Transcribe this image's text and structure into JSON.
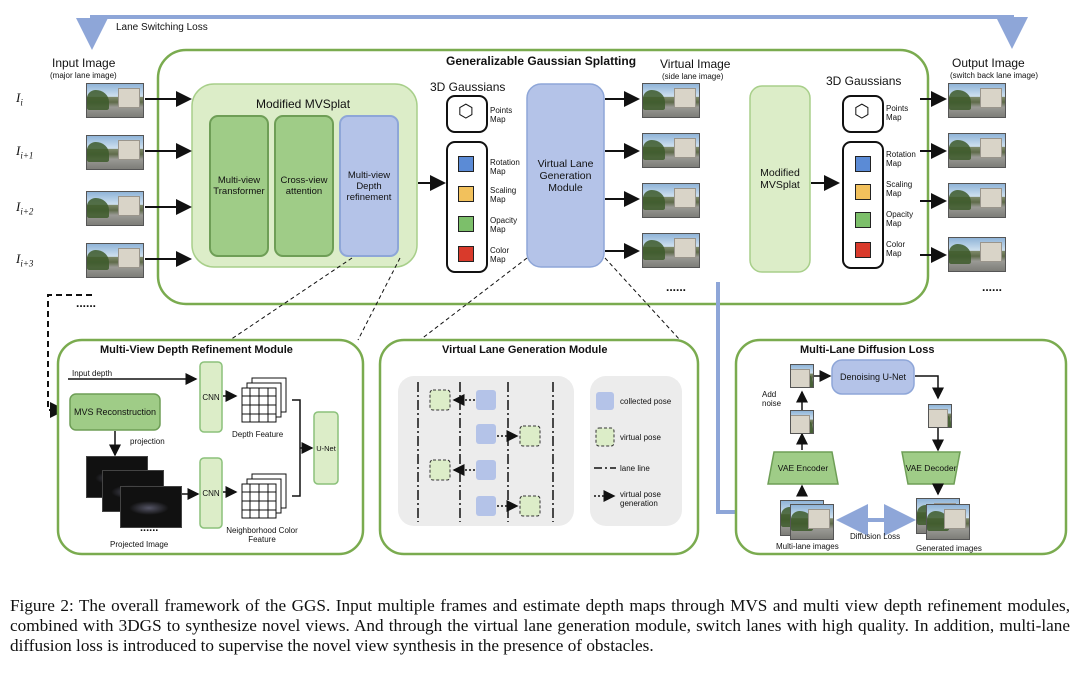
{
  "lane_switching_loss": "Lane Switching Loss",
  "ggs_title": "Generalizable Gaussian Splatting",
  "input_image": {
    "title": "Input Image",
    "subtitle": "(major lane image)"
  },
  "frame_labels": {
    "i0": "I",
    "s0": "i",
    "i1": "I",
    "s1": "i+1",
    "i2": "I",
    "s2": "i+2",
    "i3": "I",
    "s3": "i+3"
  },
  "modified_mvsplat": {
    "title": "Modified MVSplat",
    "blocks": [
      "Multi-view Transformer",
      "Cross-view attention",
      "Multi-view Depth refinement"
    ]
  },
  "gaussians_left": {
    "title": "3D Gaussians",
    "points": "Points Map",
    "rotation": "Rotation Map",
    "scaling": "Scaling Map",
    "opacity": "Opacity Map",
    "color": "Color Map"
  },
  "virtual_lane_module_box": "Virtual Lane Generation Module",
  "virtual_image": {
    "title": "Virtual Image",
    "subtitle": "(side lane image)"
  },
  "modified_mvsplat_2": "Modified MVSplat",
  "gaussians_right": {
    "title": "3D Gaussians",
    "points": "Points Map",
    "rotation": "Rotation Map",
    "scaling": "Scaling Map",
    "opacity": "Opacity Map",
    "color": "Color Map"
  },
  "output_image": {
    "title": "Output Image",
    "subtitle": "(switch back lane image)"
  },
  "dots": "......",
  "depth_refinement_panel": {
    "title": "Multi-View Depth Refinement Module",
    "input_depth": "Input depth",
    "mvs": "MVS Reconstruction",
    "projection": "projection",
    "projected_image": "Projected Image",
    "cnn_top": "CNN",
    "cnn_bottom": "CNN",
    "depth_feature": "Depth Feature",
    "neighborhood": "Neighborhood Color Feature",
    "unet": "U-Net"
  },
  "virtual_lane_panel": {
    "title": "Virtual Lane Generation Module",
    "legend": {
      "collected": "collected pose",
      "virtual": "virtual pose",
      "lane_line": "lane line",
      "generation": "virtual pose generation"
    }
  },
  "diffusion_panel": {
    "title": "Multi-Lane Diffusion Loss",
    "denoising": "Denoising U-Net",
    "add_noise": "Add noise",
    "vae_encoder": "VAE Encoder",
    "vae_decoder": "VAE Decoder",
    "multi_lane": "Multi-lane images",
    "diffusion_loss": "Diffusion Loss",
    "generated": "Generated images"
  },
  "caption": "Figure 2: The overall framework of the GGS. Input multiple frames and estimate depth maps through MVS and multi view depth refinement modules, combined with 3DGS to synthesize novel views. And through the virtual lane generation module, switch lanes with high quality. In addition, multi-lane diffusion loss is introduced to supervise the novel view synthesis in the presence of obstacles.",
  "colors": {
    "green_border": "#7aab4f",
    "green_fill": "#dcedc8",
    "dark_green": "#8bc17a",
    "blue_fill": "#b4c3e8",
    "blue_line": "#8ea6d8",
    "rotation": "#5b8bd6",
    "scaling": "#f2c15c",
    "opacity": "#7cbf6a",
    "color": "#d93a2b"
  }
}
